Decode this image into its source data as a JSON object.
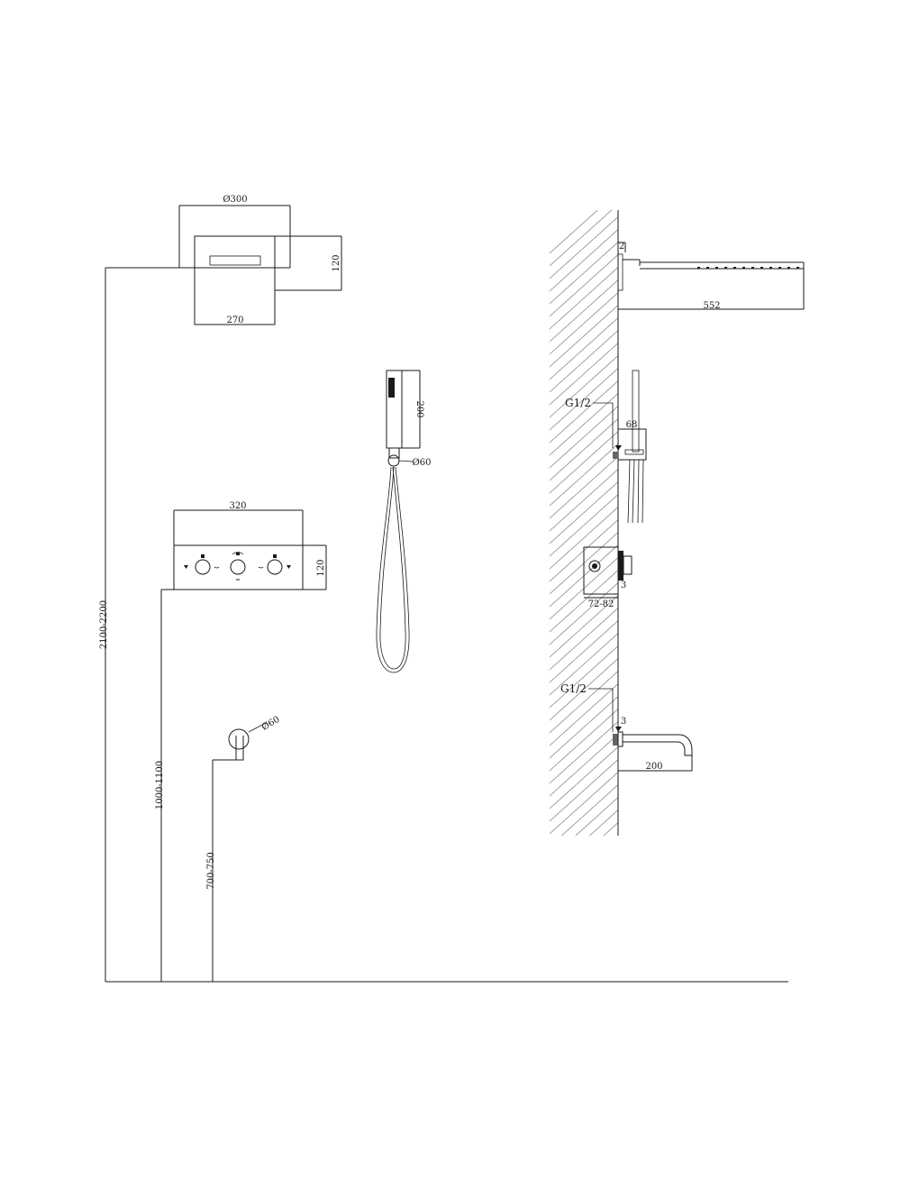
{
  "diagram": {
    "dimensions": {
      "head_diameter": "Ø300",
      "head_height": "120",
      "head_width": "270",
      "handshower_length": "200",
      "holder_diameter": "Ø60",
      "mixer_width": "320",
      "mixer_height": "120",
      "outlet_diameter": "Ø60",
      "height_head": "2100-2200",
      "height_mixer": "1000-1100",
      "height_outlet": "700-750",
      "arm_small": "2",
      "arm_length": "552",
      "thread_top": "G1/2",
      "holder_depth": "68",
      "mixer_small": "3",
      "mixer_depth": "72-82",
      "thread_bottom": "G1/2",
      "spout_small": "3",
      "spout_length": "200"
    }
  }
}
